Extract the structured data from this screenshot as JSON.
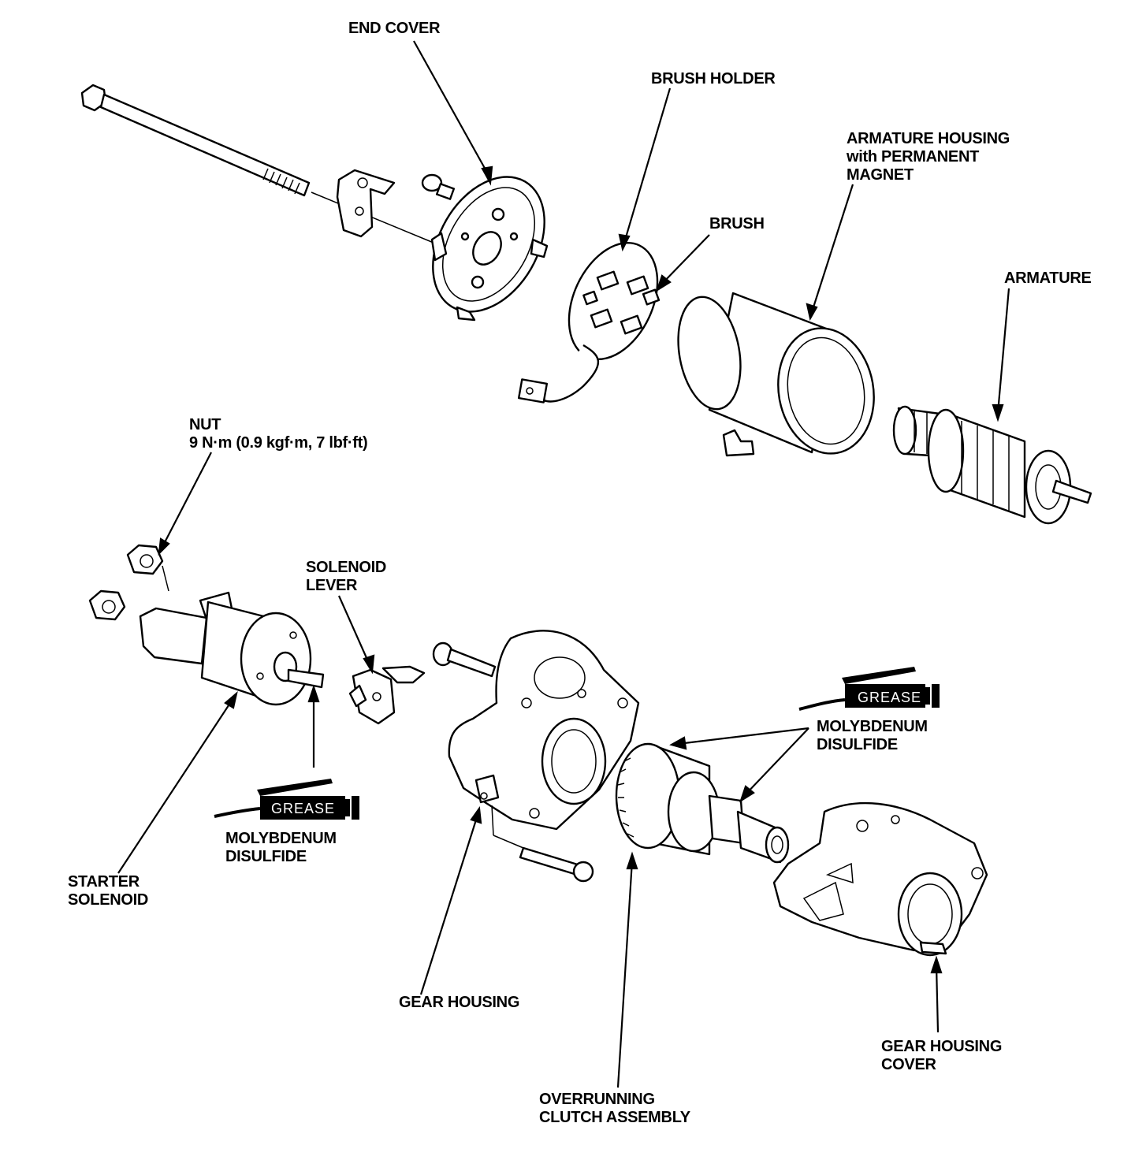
{
  "labels": {
    "end_cover": "END COVER",
    "brush_holder": "BRUSH HOLDER",
    "armature_housing_1": "ARMATURE HOUSING",
    "armature_housing_2": "with PERMANENT",
    "armature_housing_3": "MAGNET",
    "brush": "BRUSH",
    "armature": "ARMATURE",
    "nut_1": "NUT",
    "nut_2": "9 N·m (0.9 kgf·m, 7 lbf·ft)",
    "solenoid_lever_1": "SOLENOID",
    "solenoid_lever_2": "LEVER",
    "grease_right": "GREASE",
    "moly_right_1": "MOLYBDENUM",
    "moly_right_2": "DISULFIDE",
    "grease_left": "GREASE",
    "moly_left_1": "MOLYBDENUM",
    "moly_left_2": "DISULFIDE",
    "starter_solenoid_1": "STARTER",
    "starter_solenoid_2": "SOLENOID",
    "gear_housing": "GEAR HOUSING",
    "gear_housing_cover_1": "GEAR HOUSING",
    "gear_housing_cover_2": "COVER",
    "overrunning_clutch_1": "OVERRUNNING",
    "overrunning_clutch_2": "CLUTCH ASSEMBLY"
  },
  "colors": {
    "ink": "#000000",
    "paper": "#ffffff"
  }
}
